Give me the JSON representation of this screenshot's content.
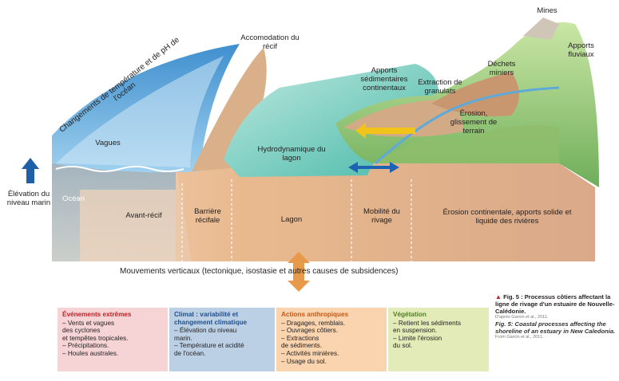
{
  "labels": {
    "ocean_changes": "Changements de température et de pH de l'océan",
    "accomodation": "Accomodation du récif",
    "mines": "Mines",
    "apports_fluviaux": "Apports fluviaux",
    "dechets": "Déchets miniers",
    "apports_sed": "Apports sédimentaires continentaux",
    "extraction": "Extraction de granulats",
    "erosion_glissement": "Érosion, glissement de terrain",
    "vagues": "Vagues",
    "hydrodynamique": "Hydrodynamique du lagon",
    "elevation": "Élévation du niveau marin",
    "ocean": "Océan",
    "avant_recif": "Avant-récif",
    "barriere": "Barrière récifale",
    "lagon": "Lagon",
    "mobilite": "Mobilité du rivage",
    "erosion_cont": "Érosion continentale, apports solide et liquide des rivières",
    "mouvements": "Mouvements verticaux (tectonique, isostasie et autres causes de subsidences)"
  },
  "boxes": [
    {
      "title": "Événements extrêmes",
      "items": [
        "– Vents et vagues\n   des cyclones\n   et tempêtes tropicales.",
        "– Précipitations.",
        "– Houles australes."
      ],
      "color": "#f6d3d4"
    },
    {
      "title": "Climat : variabilité et changement climatique",
      "items": [
        "– Élévation du niveau\n   marin.",
        "– Température et acidité\n   de l'océan."
      ],
      "color": "#bcd0e5"
    },
    {
      "title": "Actions anthropiques",
      "items": [
        "– Dragages, remblais.",
        "– Ouvrages côtiers.",
        "– Extractions\n   de sédiments.",
        "– Activités minières.",
        "– Usage du sol."
      ],
      "color": "#f9d4ae"
    },
    {
      "title": "Végétation",
      "items": [
        "– Retient les sédiments\n   en suspension.",
        "– Limite l'érosion\n   du sol."
      ],
      "color": "#e3ebb8"
    }
  ],
  "caption": {
    "fr": "Fig. 5 : Processus côtiers affectant la ligne de rivage d'un estuaire de Nouvelle-Calédonie.",
    "src1": "D'après Garcin et al., 2011.",
    "en": "Fig. 5: Coastal processes affecting the shoreline of an estuary in New Caledonia.",
    "src2": "From Garcin et al., 2011."
  },
  "colors": {
    "ocean": "#5aa7d8",
    "lagoon": "#7fd3c7",
    "land": "#c9a27f",
    "hill": "#9ccf7a",
    "arrow_yellow": "#f2c318",
    "arrow_orange": "#e69a4a",
    "arrow_blue": "#1e63b3"
  }
}
